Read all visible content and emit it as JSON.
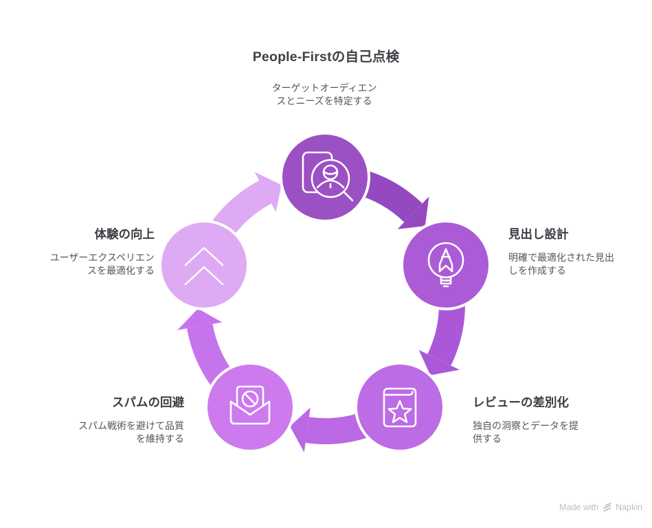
{
  "title": "People-Firstの自己点検",
  "diagram_type": "cycle",
  "nodes": [
    {
      "id": "audience",
      "title": "",
      "description": "ターゲットオーディエン\nスとニーズを特定する",
      "color": "#9b50c4",
      "icon": "audience-search-icon",
      "position": "top"
    },
    {
      "id": "headline",
      "title": "見出し設計",
      "description": "明確で最適化された見出\nしを作成する",
      "color": "#ac5bd7",
      "icon": "bulb-pencil-icon",
      "position": "right"
    },
    {
      "id": "review",
      "title": "レビューの差別化",
      "description": "独自の洞察とデータを提\n供する",
      "color": "#bc6ce4",
      "icon": "book-star-icon",
      "position": "bottom-right"
    },
    {
      "id": "spam",
      "title": "スパムの回避",
      "description": "スパム戦術を避けて品質\nを維持する",
      "color": "#cc7aee",
      "icon": "envelope-block-icon",
      "position": "bottom-left"
    },
    {
      "id": "experience",
      "title": "体験の向上",
      "description": "ユーザーエクスペリエン\nスを最適化する",
      "color": "#dfaaf4",
      "icon": "chevrons-up-icon",
      "position": "left"
    }
  ],
  "arrows": [
    {
      "from": "audience",
      "to": "headline",
      "color": "#9449c0"
    },
    {
      "from": "headline",
      "to": "review",
      "color": "#aa58d8"
    },
    {
      "from": "review",
      "to": "spam",
      "color": "#bb68e4"
    },
    {
      "from": "spam",
      "to": "experience",
      "color": "#c674ec"
    },
    {
      "from": "experience",
      "to": "audience",
      "color": "#dfaaf4"
    }
  ],
  "footer": {
    "made_with": "Made with",
    "brand": "Napkin",
    "logo": "napkin-logo-icon",
    "color": "#bcbfc4"
  }
}
